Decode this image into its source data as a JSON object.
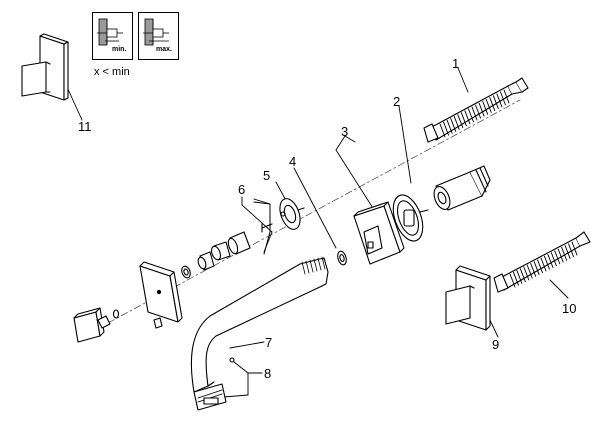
{
  "legend": {
    "min_label": "min.",
    "max_label": "max.",
    "note": "x < min"
  },
  "callouts": {
    "n1": "1",
    "n2": "2",
    "n3": "3",
    "n4": "4",
    "n5": "5",
    "n6": "6",
    "n7": "7",
    "n8": "8",
    "n9": "9",
    "n10": "10",
    "n11": "11"
  },
  "colors": {
    "line": "#000000",
    "fill": "#ffffff",
    "shade": "#9a9a9a",
    "dash": "#555555"
  }
}
